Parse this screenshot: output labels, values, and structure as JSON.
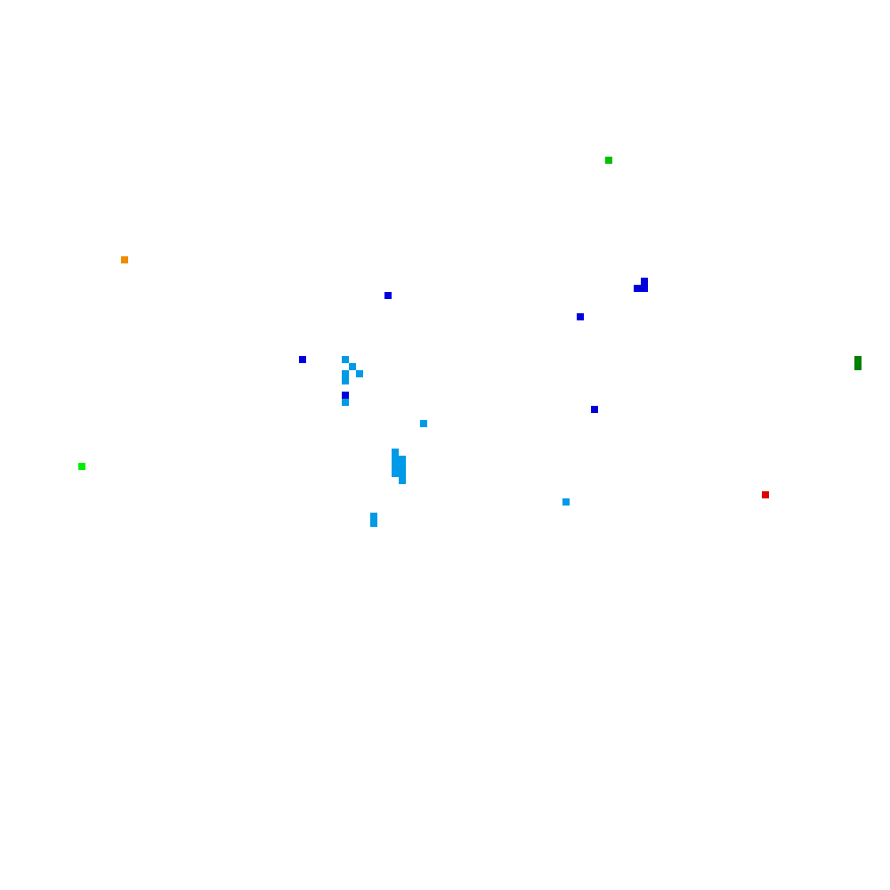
{
  "background_color": "#ffffff",
  "palette": {
    "sky": "#009ae6",
    "blue": "#0000dd",
    "green": "#00c000",
    "dark_green": "#008000",
    "lime": "#00ee00",
    "orange": "#f08c00",
    "red": "#dd0000"
  },
  "cell_size": 8,
  "clusters": [
    {
      "color": "sky",
      "cells": [
        [
          48,
          50
        ],
        [
          49,
          51
        ],
        [
          50,
          52
        ],
        [
          48,
          52
        ],
        [
          48,
          53
        ],
        [
          48,
          55
        ],
        [
          48,
          56
        ],
        [
          59,
          59
        ],
        [
          55,
          63
        ],
        [
          56,
          64
        ],
        [
          55,
          64
        ],
        [
          55,
          65
        ],
        [
          56,
          65
        ],
        [
          56,
          66
        ],
        [
          55,
          66
        ],
        [
          56,
          67
        ],
        [
          79,
          70
        ],
        [
          52,
          72
        ],
        [
          52,
          73
        ]
      ]
    },
    {
      "color": "blue",
      "cells": [
        [
          54,
          41
        ],
        [
          42,
          50
        ],
        [
          48,
          55
        ],
        [
          81,
          44
        ],
        [
          83,
          57
        ],
        [
          90,
          39
        ],
        [
          89,
          40
        ],
        [
          90,
          40
        ]
      ]
    },
    {
      "color": "green",
      "cells": [
        [
          85,
          22
        ]
      ]
    },
    {
      "color": "dark_green",
      "cells": [
        [
          120,
          50
        ],
        [
          120,
          51
        ]
      ]
    },
    {
      "color": "lime",
      "cells": [
        [
          11,
          65
        ]
      ]
    },
    {
      "color": "orange",
      "cells": [
        [
          17,
          36
        ]
      ]
    },
    {
      "color": "red",
      "cells": [
        [
          107,
          69
        ]
      ]
    }
  ]
}
